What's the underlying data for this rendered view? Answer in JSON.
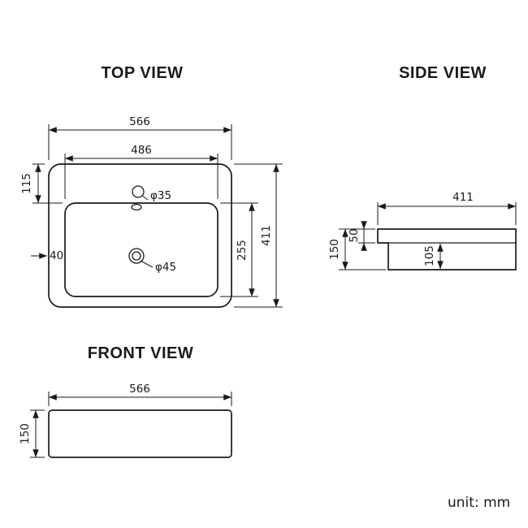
{
  "colors": {
    "ink": "#1a1a1a",
    "background": "#ffffff"
  },
  "unit_label": "unit: mm",
  "top_view": {
    "title": "TOP VIEW",
    "dim_overall_width": "566",
    "dim_inner_width": "486",
    "dim_rim_to_bowl_top": "115",
    "dim_rim_side_gap": "40",
    "dim_bowl_depth": "255",
    "dim_overall_depth": "411",
    "label_faucet_hole": "φ35",
    "label_drain_hole": "φ45"
  },
  "side_view": {
    "title": "SIDE VIEW",
    "dim_overall_depth": "411",
    "dim_rim_thickness": "50",
    "dim_overall_height": "150",
    "dim_bowl_inner_depth": "105"
  },
  "front_view": {
    "title": "FRONT VIEW",
    "dim_overall_width": "566",
    "dim_overall_height": "150"
  }
}
